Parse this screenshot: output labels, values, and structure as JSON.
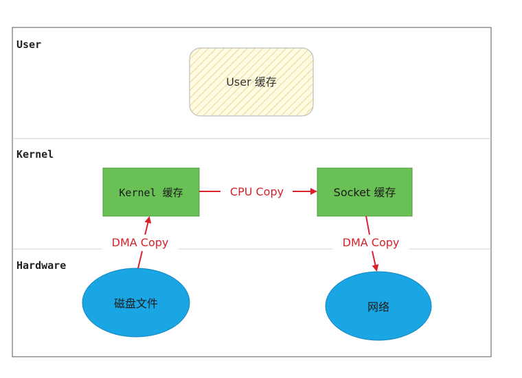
{
  "layers": {
    "user": "User",
    "kernel": "Kernel",
    "hardware": "Hardware"
  },
  "nodes": {
    "user_cache": "User 缓存",
    "kernel_cache": "Kernel 缓存",
    "socket_cache": "Socket 缓存",
    "disk_file": "磁盘文件",
    "network": "网络"
  },
  "edges": {
    "cpu_copy": "CPU Copy",
    "dma_copy_left": "DMA Copy",
    "dma_copy_right": "DMA Copy"
  },
  "colors": {
    "border": "#555555",
    "divider": "#cfcfcf",
    "user_fill": "#fffbe3",
    "user_hatch": "#e6d98c",
    "user_stroke": "#bfbfbf",
    "kernel_fill": "#69c055",
    "kernel_stroke": "#4a9a3c",
    "hardware_fill": "#1aa6e4",
    "hardware_stroke": "#1386bd",
    "arrow": "#d9212c"
  }
}
